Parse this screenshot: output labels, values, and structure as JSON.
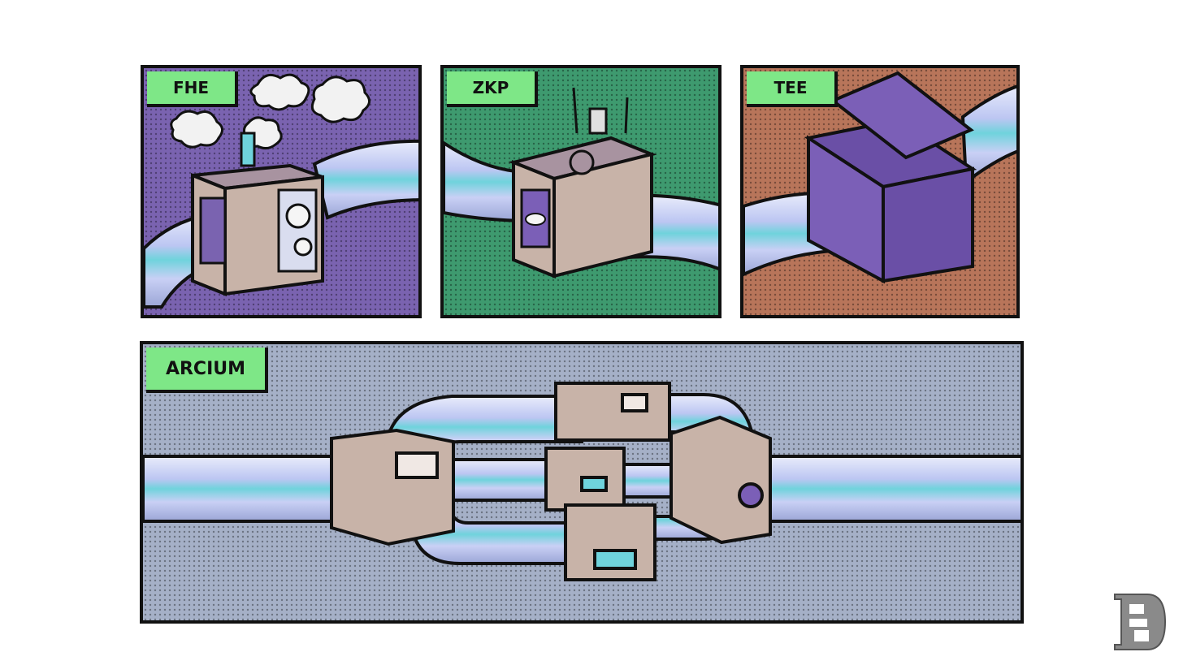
{
  "panels": {
    "fhe": {
      "label": "FHE"
    },
    "zkp": {
      "label": "ZKP"
    },
    "tee": {
      "label": "TEE"
    },
    "arcium": {
      "label": "ARCIUM"
    }
  },
  "colors": {
    "label_bg": "#7ee787",
    "fhe_bg": "#7a63b0",
    "zkp_bg": "#3e9a6f",
    "tee_bg": "#b8755a",
    "arcium_bg": "#a5b0c7",
    "pipe_light": "#cfd6f7",
    "pipe_cyan": "#6fd3dc",
    "box_tan": "#c8b3a8",
    "box_purple": "#7b5fb7"
  },
  "icons": {
    "logo": "publisher-monogram-logo"
  }
}
